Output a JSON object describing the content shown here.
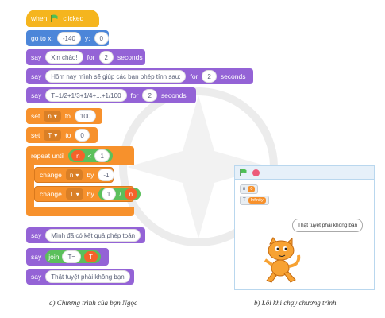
{
  "script": {
    "hat": {
      "when": "when",
      "clicked": "clicked"
    },
    "goto": {
      "label": "go to x:",
      "x": "-140",
      "ylabel": "y:",
      "y": "0"
    },
    "say1": {
      "say": "say",
      "text": "Xin chào!",
      "for": "for",
      "secs": "2",
      "seconds": "seconds"
    },
    "say2": {
      "say": "say",
      "text": "Hôm nay mình sẽ giúp các bạn phép tính sau:",
      "for": "for",
      "secs": "2",
      "seconds": "seconds"
    },
    "say3": {
      "say": "say",
      "text": "T=1/2+1/3+1/4+...+1/100",
      "for": "for",
      "secs": "2",
      "seconds": "seconds"
    },
    "set1": {
      "set": "set",
      "var": "n",
      "to": "to",
      "value": "100"
    },
    "set2": {
      "set": "set",
      "var": "T",
      "to": "to",
      "value": "0"
    },
    "repeat": {
      "label": "repeat until",
      "left": "n",
      "op": "<",
      "right": "1"
    },
    "change1": {
      "change": "change",
      "var": "n",
      "by": "by",
      "value": "-1"
    },
    "change2": {
      "change": "change",
      "var": "T",
      "by": "by",
      "left": "1",
      "op": "/",
      "right": "n"
    },
    "say4": {
      "say": "say",
      "text": "Mình đã có kết quả phép toán"
    },
    "say5": {
      "say": "say",
      "join": "join",
      "a": "T=",
      "b": "T"
    },
    "say6": {
      "say": "say",
      "text": "Thật tuyệt phải không bạn"
    }
  },
  "stage": {
    "monitor_n": {
      "name": "n",
      "value": "0"
    },
    "monitor_t": {
      "name": "T",
      "value": "Infinity"
    },
    "bubble": "Thật tuyệt phải không bạn"
  },
  "captions": {
    "left": "a) Chương trình của bạn Ngọc",
    "right": "b) Lỗi khi chạy chương trình"
  },
  "colors": {
    "events": "#f5b51e",
    "motion": "#4c86d9",
    "looks": "#9463d6",
    "variables": "#f7912c",
    "operators": "#5bc05b"
  }
}
